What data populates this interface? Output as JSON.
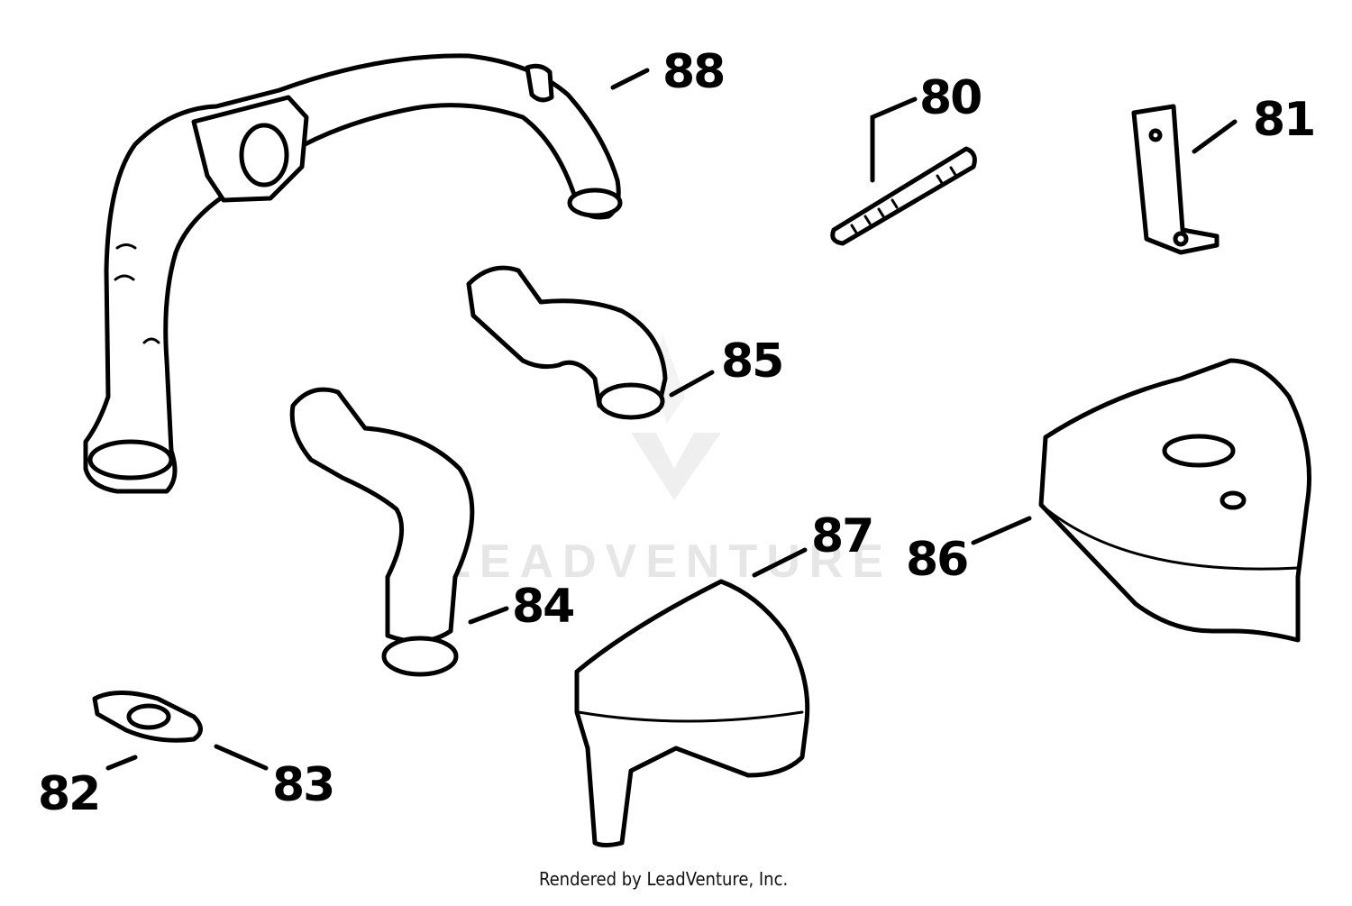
{
  "diagram": {
    "callouts": [
      {
        "id": "80",
        "label": "80"
      },
      {
        "id": "81",
        "label": "81"
      },
      {
        "id": "82",
        "label": "82"
      },
      {
        "id": "83",
        "label": "83"
      },
      {
        "id": "84",
        "label": "84"
      },
      {
        "id": "85",
        "label": "85"
      },
      {
        "id": "86",
        "label": "86"
      },
      {
        "id": "87",
        "label": "87"
      },
      {
        "id": "88",
        "label": "88"
      }
    ],
    "watermark": "LEADVENTURE",
    "credit": "Rendered by LeadVenture, Inc."
  }
}
